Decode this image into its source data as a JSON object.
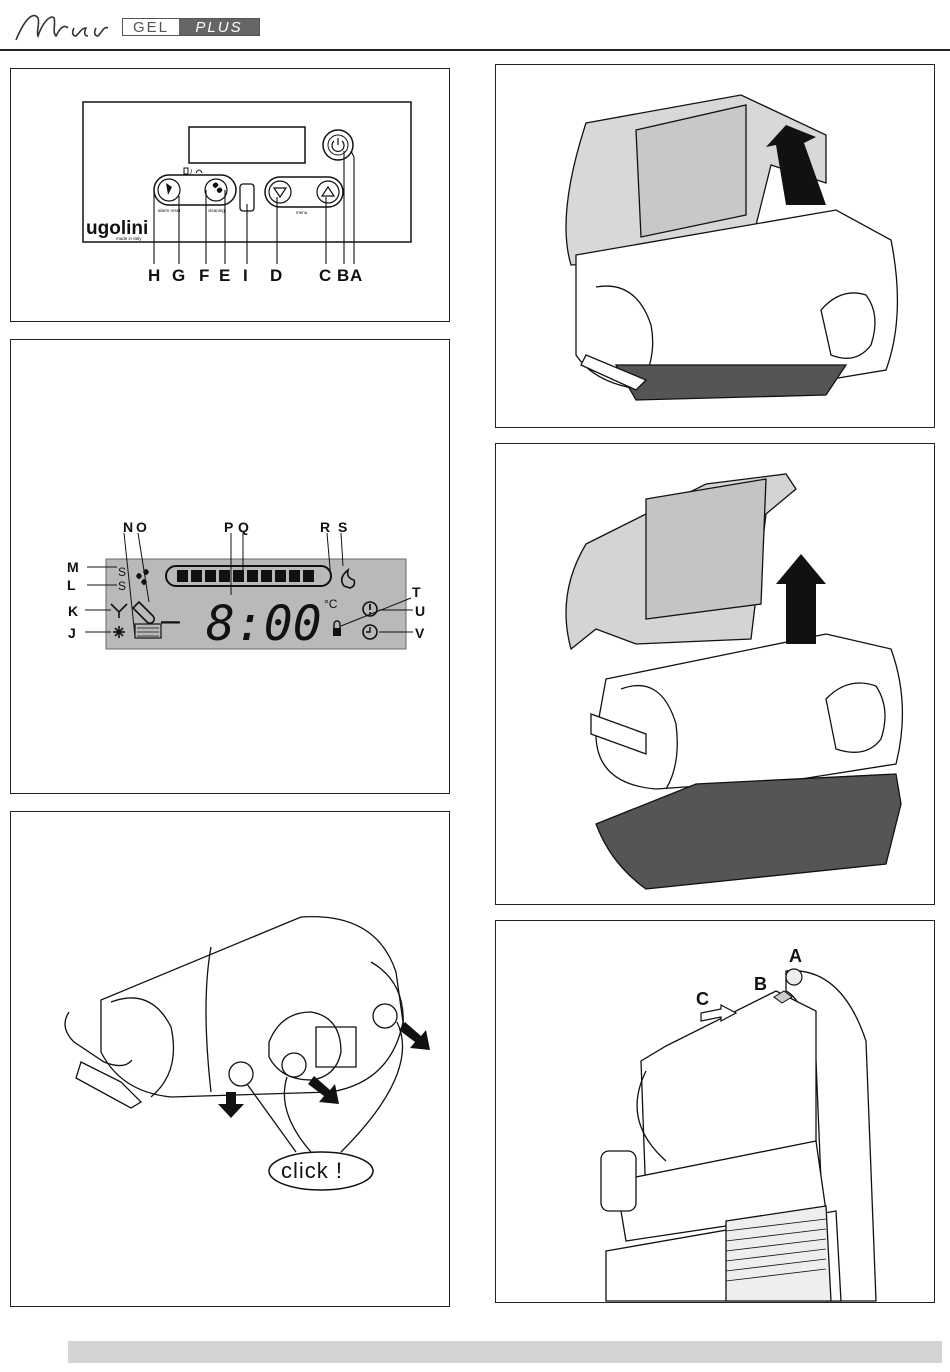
{
  "header": {
    "logo_script": "Mini",
    "brand_gel": "GEL",
    "brand_plus": "PLUS"
  },
  "panel1": {
    "brand": "ugolini",
    "brand_sub": "made in Italy",
    "button_small_labels": [
      "alarm reset",
      "cleaning",
      "menu"
    ],
    "callouts": [
      "H",
      "G",
      "F",
      "E",
      "I",
      "D",
      "C",
      "B",
      "A"
    ]
  },
  "panel2": {
    "digits": "8:00",
    "minus": "–",
    "unit": "°C",
    "callouts_top": [
      "N",
      "O",
      "P",
      "Q",
      "R",
      "S"
    ],
    "callouts_left": [
      "M",
      "L",
      "K",
      "J"
    ],
    "callouts_right": [
      "T",
      "U",
      "V"
    ],
    "s_marks": [
      "S",
      "S"
    ]
  },
  "panel3": {
    "click_label": "click !"
  },
  "panel6": {
    "callouts": [
      "A",
      "B",
      "C"
    ]
  }
}
